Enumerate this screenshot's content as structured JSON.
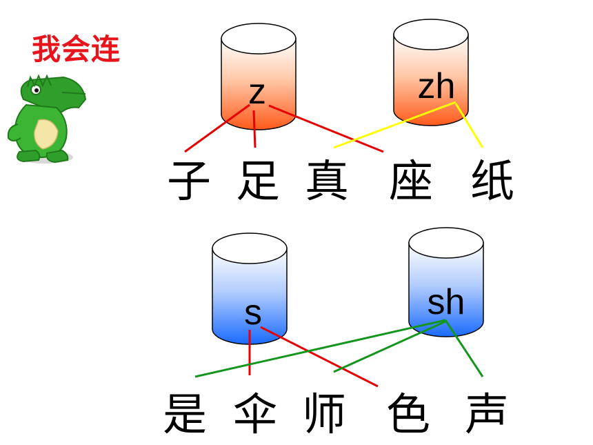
{
  "title": "我会连",
  "mascot_icon": "green-crocodile-icon",
  "group1": {
    "syllables": [
      "z",
      "zh"
    ],
    "characters": [
      "子",
      "足",
      "真",
      "座",
      "纸"
    ],
    "links_to": {
      "z": [
        "子",
        "足",
        "座"
      ],
      "zh": [
        "真",
        "纸"
      ]
    },
    "colors": {
      "cylinder_top": "#ff5a1a",
      "line_z": "#e60000",
      "line_zh": "#ffff00"
    }
  },
  "group2": {
    "syllables": [
      "s",
      "sh"
    ],
    "characters": [
      "是",
      "伞",
      "师",
      "色",
      "声"
    ],
    "links_to": {
      "s": [
        "伞",
        "色"
      ],
      "sh": [
        "是",
        "师",
        "声"
      ]
    },
    "colors": {
      "cylinder_top": "#1a6bff",
      "line_s": "#e60000",
      "line_sh": "#14961e"
    }
  }
}
